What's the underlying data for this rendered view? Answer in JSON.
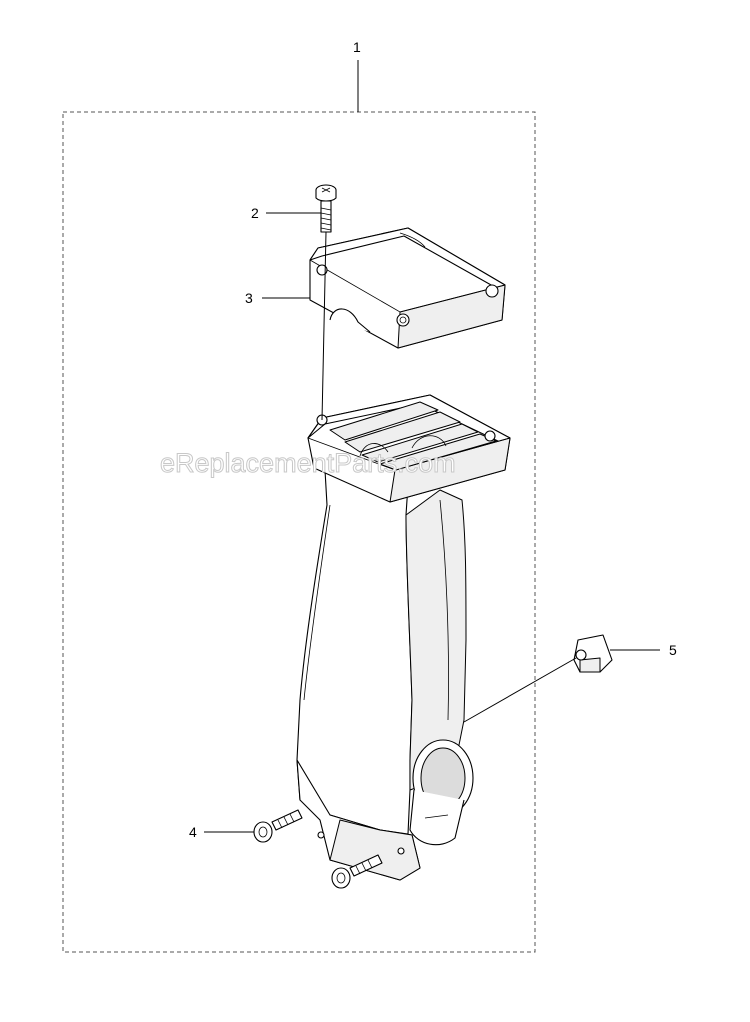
{
  "diagram": {
    "watermark": "eReplacementParts.com",
    "colors": {
      "line": "#000000",
      "fill": "#ffffff",
      "shade": "#efefef",
      "watermark_stroke": "#c8c8c8"
    },
    "callouts": [
      {
        "id": "1",
        "label": "1"
      },
      {
        "id": "2",
        "label": "2"
      },
      {
        "id": "3",
        "label": "3"
      },
      {
        "id": "4",
        "label": "4"
      },
      {
        "id": "5",
        "label": "5"
      }
    ]
  }
}
